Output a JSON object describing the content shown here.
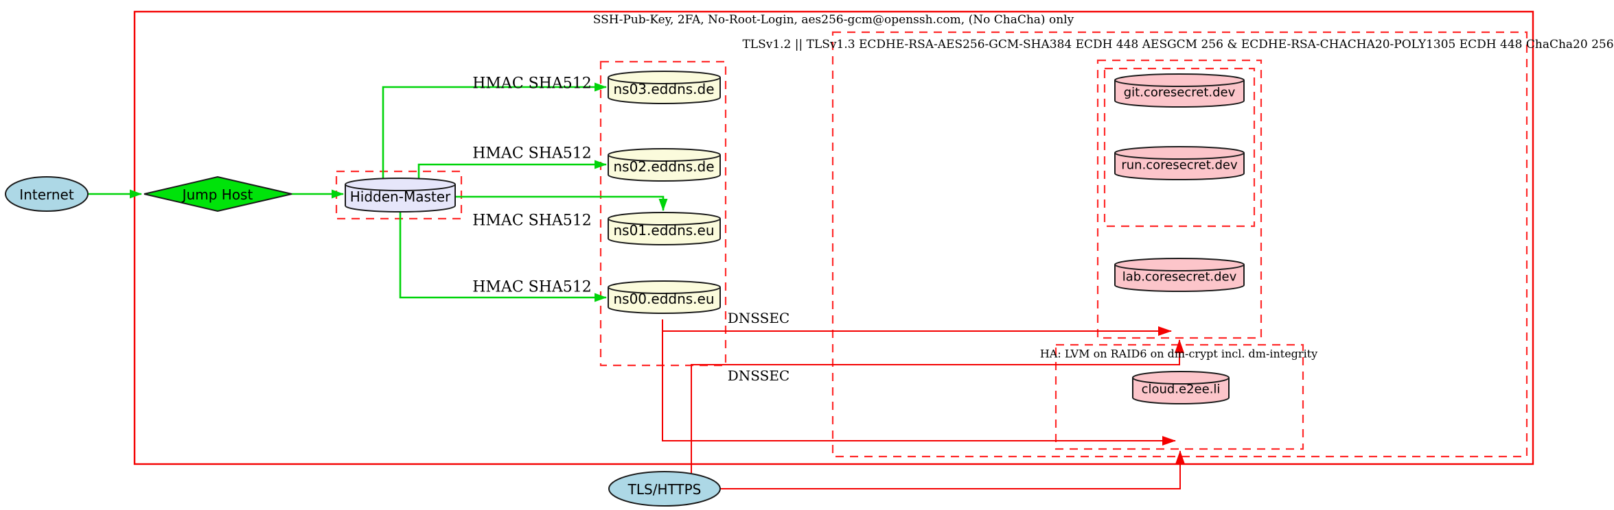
{
  "diagram": {
    "clusters": {
      "ssh_box": {
        "label": "SSH-Pub-Key, 2FA, No-Root-Login, aes256-gcm@openssh.com, (No ChaCha) only"
      },
      "tls_box": {
        "label": "TLSv1.2 || TLSv1.3 ECDHE-RSA-AES256-GCM-SHA384 ECDH 448 AESGCM 256 & ECDHE-RSA-CHACHA20-POLY1305 ECDH 448 ChaCha20 256"
      },
      "ha_box": {
        "label": "HA: LVM on RAID6 on dm-crypt incl. dm-integrity"
      }
    },
    "nodes": {
      "internet": {
        "label": "Internet"
      },
      "jump_host": {
        "label": "Jump Host"
      },
      "hidden_master": {
        "label": "Hidden-Master"
      },
      "ns03": {
        "label": "ns03.eddns.de"
      },
      "ns02": {
        "label": "ns02.eddns.de"
      },
      "ns01": {
        "label": "ns01.eddns.eu"
      },
      "ns00": {
        "label": "ns00.eddns.eu"
      },
      "git": {
        "label": "git.coresecret.dev"
      },
      "run": {
        "label": "run.coresecret.dev"
      },
      "lab": {
        "label": "lab.coresecret.dev"
      },
      "cloud": {
        "label": "cloud.e2ee.li"
      },
      "tls_https": {
        "label": "TLS/HTTPS"
      }
    },
    "edge_labels": {
      "hmac1": "HMAC SHA512",
      "hmac2": "HMAC SHA512",
      "hmac3": "HMAC SHA512",
      "hmac4": "HMAC SHA512",
      "dnssec1": "DNSSEC",
      "dnssec2": "DNSSEC"
    },
    "colors": {
      "node_lightblue": "#add8e6",
      "node_green": "#00e30a",
      "node_lavender": "#e6e6fa",
      "node_lightyellow": "#fbfbdc",
      "node_pink": "#fcc5ca",
      "edge_green": "#00d40a",
      "edge_red": "#f40000",
      "border_red_solid": "#f40000",
      "border_red_dashed": "#ff2a2a",
      "node_outline": "#1a1a1a"
    }
  }
}
